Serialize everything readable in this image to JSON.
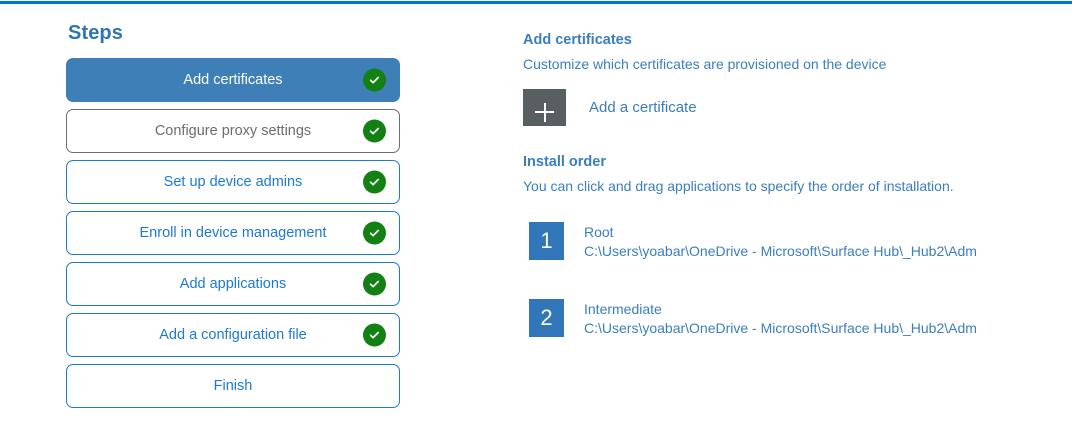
{
  "theme": {
    "accent_rule": "#0078c8",
    "primary_blue": "#1b7ad1",
    "active_step_bg": "#3e7fb8",
    "visited_step": "#6d6d6d",
    "heading_blue": "#3a7ebf",
    "steps_title_blue": "#2e75b6",
    "check_green": "#128012",
    "add_tile_gray": "#585f63",
    "order_tile_blue": "#3076b8"
  },
  "steps": {
    "title": "Steps",
    "items": [
      {
        "label": "Add certificates",
        "state": "active",
        "completed": true,
        "icon": "check-circle-icon"
      },
      {
        "label": "Configure proxy settings",
        "state": "visited",
        "completed": true,
        "icon": "check-circle-icon"
      },
      {
        "label": "Set up device admins",
        "state": "default",
        "completed": true,
        "icon": "check-circle-icon"
      },
      {
        "label": "Enroll in device management",
        "state": "default",
        "completed": true,
        "icon": "check-circle-icon"
      },
      {
        "label": "Add applications",
        "state": "default",
        "completed": true,
        "icon": "check-circle-icon"
      },
      {
        "label": "Add a configuration file",
        "state": "default",
        "completed": true,
        "icon": "check-circle-icon"
      },
      {
        "label": "Finish",
        "state": "default",
        "completed": false,
        "icon": ""
      }
    ]
  },
  "detail": {
    "heading": "Add certificates",
    "subheading": "Customize which certificates are provisioned on the device",
    "add_certificate": {
      "icon": "plus-icon",
      "label": "Add a certificate"
    },
    "install_order": {
      "heading": "Install order",
      "description": "You can click and drag applications to specify the order of installation.",
      "items": [
        {
          "number": "1",
          "name": "Root",
          "path": "C:\\Users\\yoabar\\OneDrive - Microsoft\\Surface Hub\\_Hub2\\Adm"
        },
        {
          "number": "2",
          "name": "Intermediate",
          "path": "C:\\Users\\yoabar\\OneDrive - Microsoft\\Surface Hub\\_Hub2\\Adm"
        }
      ]
    }
  }
}
